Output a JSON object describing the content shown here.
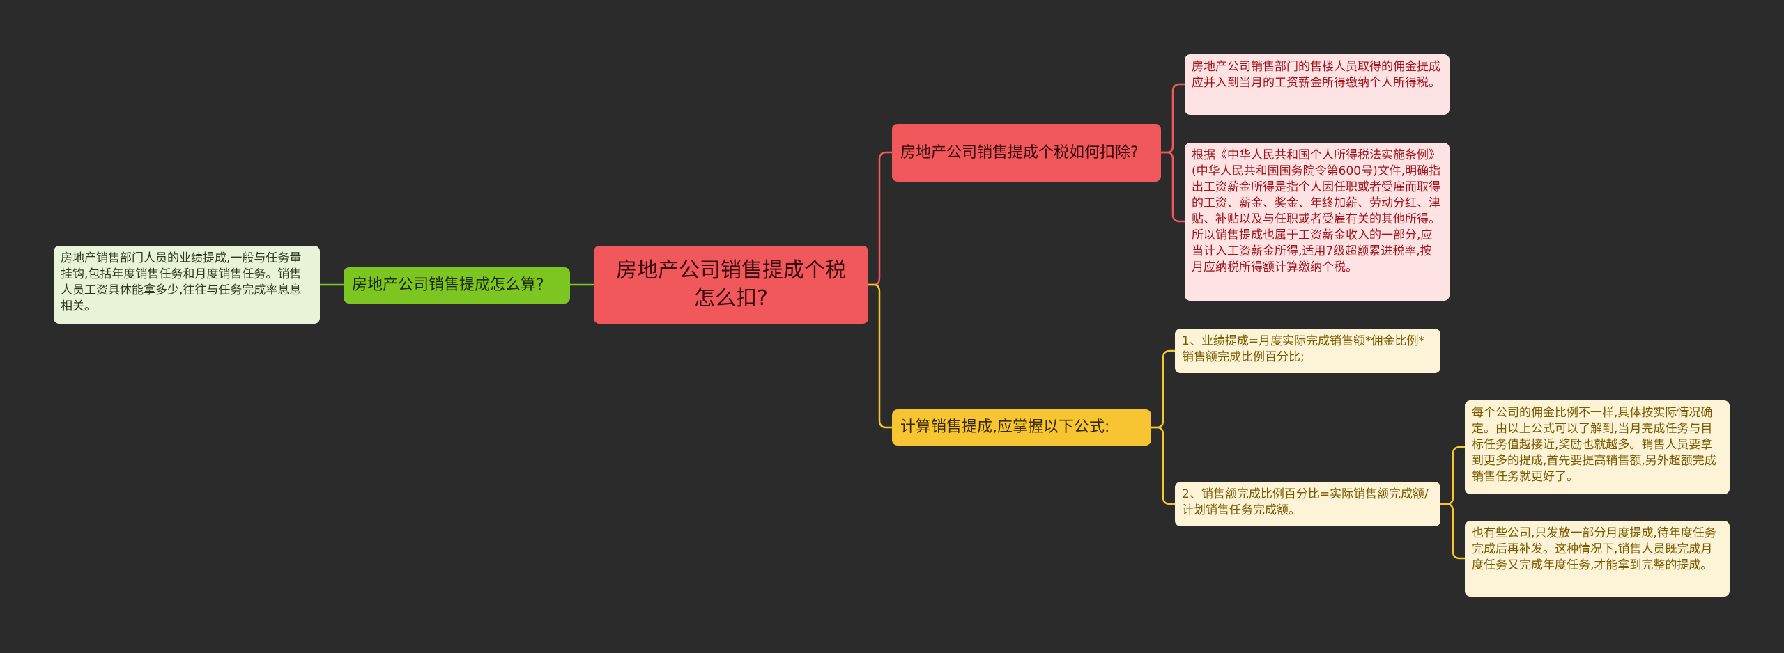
{
  "root": {
    "label": "房地产公司销售提成个税怎么扣?"
  },
  "branches": {
    "deduct": {
      "label": "房地产公司销售提成个税如何扣除?",
      "leaves": [
        "房地产公司销售部门的售楼人员取得的佣金提成应并入到当月的工资薪金所得缴纳个人所得税。",
        "根据《中华人民共和国个人所得税法实施条例》(中华人民共和国国务院令第600号)文件,明确指出工资薪金所得是指个人因任职或者受雇而取得的工资、薪金、奖金、年终加薪、劳动分红、津贴、补贴以及与任职或者受雇有关的其他所得。所以销售提成也属于工资薪金收入的一部分,应当计入工资薪金所得,适用7级超额累进税率,按月应纳税所得额计算缴纳个税。"
      ]
    },
    "formula": {
      "label": "计算销售提成,应掌握以下公式:",
      "leaves": [
        "1、业绩提成=月度实际完成销售额*佣金比例*销售额完成比例百分比;",
        "2、销售额完成比例百分比=实际销售额完成额/计划销售任务完成额。"
      ],
      "sub_leaves": [
        "每个公司的佣金比例不一样,具体按实际情况确定。由以上公式可以了解到,当月完成任务与目标任务值越接近,奖励也就越多。销售人员要拿到更多的提成,首先要提高销售额,另外超额完成销售任务就更好了。",
        "也有些公司,只发放一部分月度提成,待年度任务完成后再补发。这种情况下,销售人员既完成月度任务又完成年度任务,才能拿到完整的提成。"
      ]
    },
    "calc": {
      "label": "房地产公司销售提成怎么算?",
      "leaves": [
        "房地产销售部门人员的业绩提成,一般与任务量挂钩,包括年度销售任务和月度销售任务。销售人员工资具体能拿多少,往往与任务完成率息息相关。"
      ]
    }
  },
  "colors": {
    "background": "#2b2b2c",
    "red": "#f0585c",
    "yellow": "#f7c531",
    "green": "#7dc521"
  }
}
